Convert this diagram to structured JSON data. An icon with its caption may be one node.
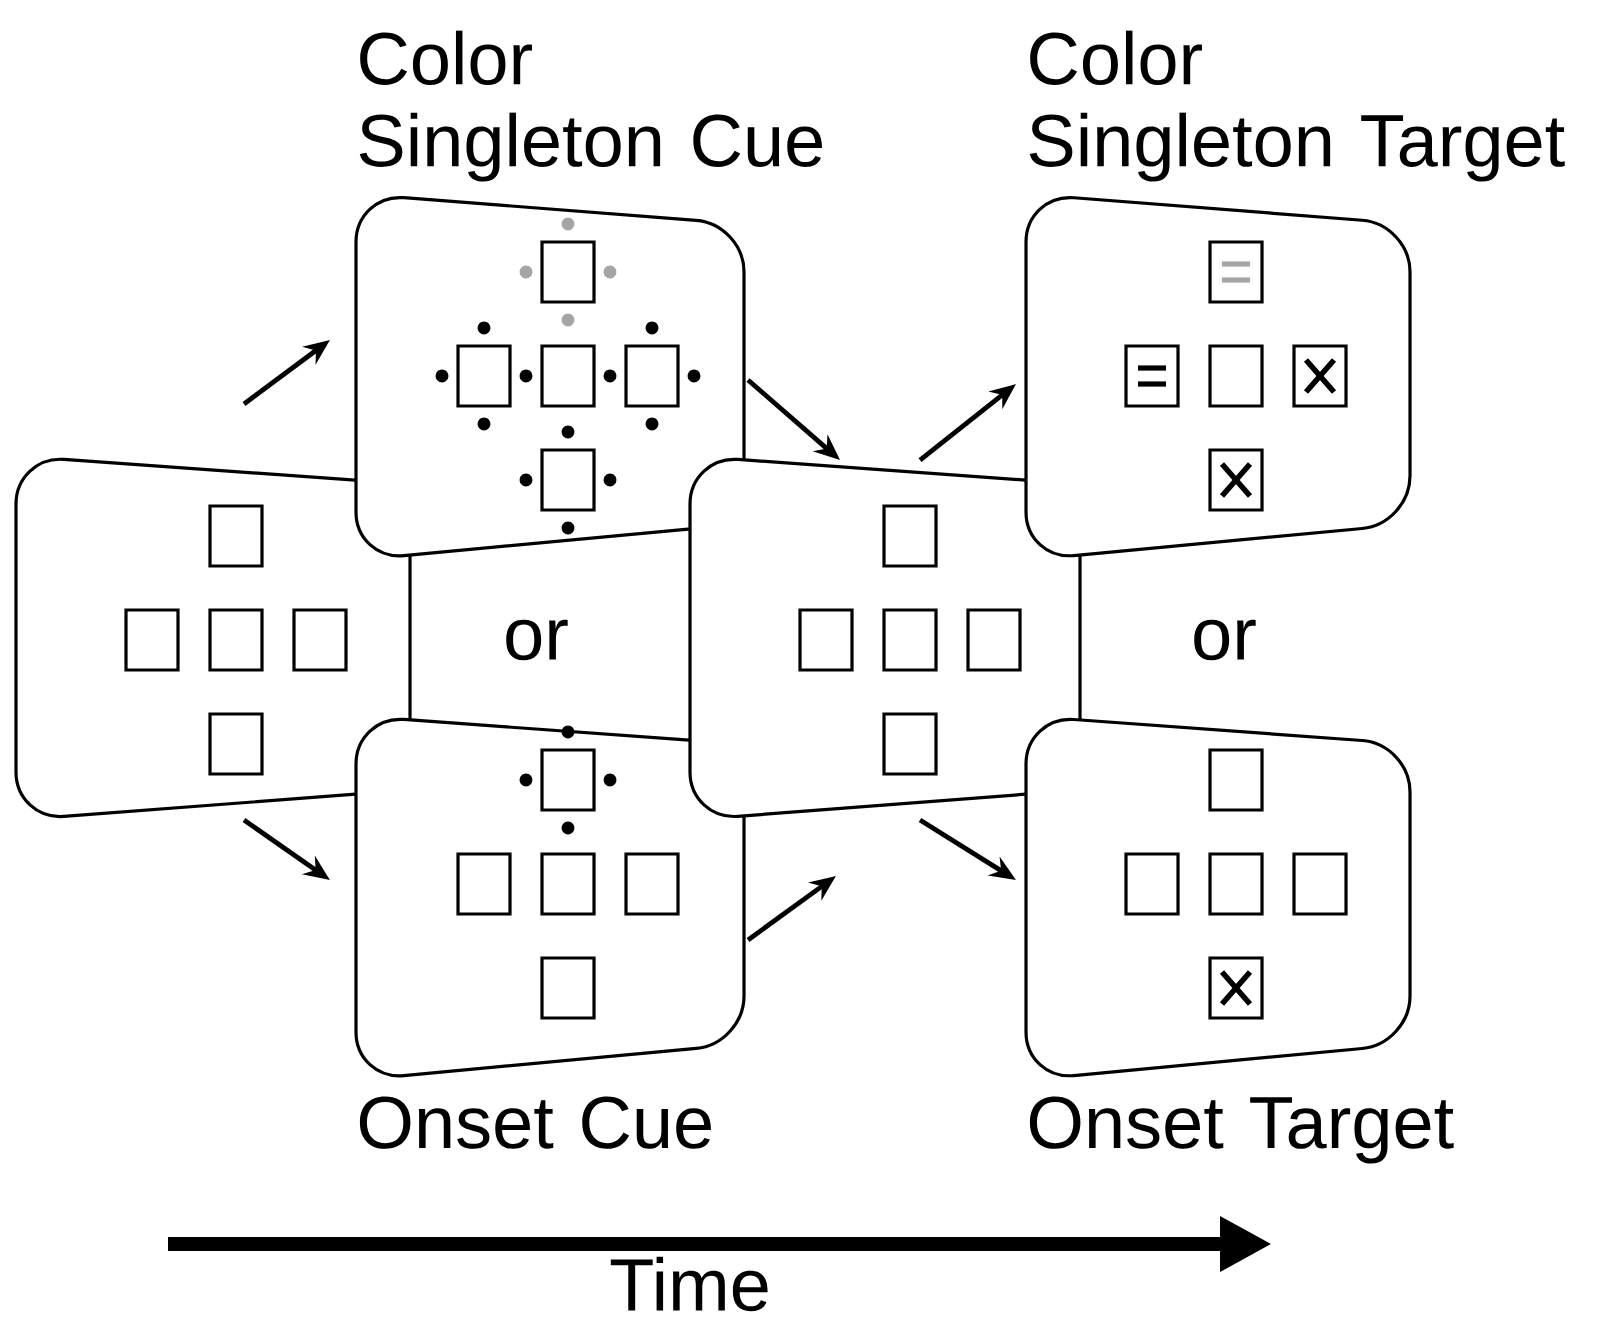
{
  "diagram": {
    "nodes": [
      {
        "text": [],
        "shape": "box"
      },
      {
        "text": [
          "Color Singleton Cue"
        ]
      },
      {
        "text": [
          "Onset Cue"
        ]
      },
      {
        "text": [],
        "shape": "box"
      },
      {
        "text": [
          "Color Singleton Target"
        ]
      },
      {
        "text": [
          "Onset Target"
        ]
      }
    ],
    "edges": [
      {
        "from": 0,
        "to": 1,
        "arrow": "to"
      },
      {
        "from": 0,
        "to": 2,
        "arrow": "to"
      },
      {
        "from": 1,
        "to": 3,
        "arrow": "to"
      },
      {
        "from": 2,
        "to": 3,
        "arrow": "to"
      },
      {
        "from": 3,
        "to": 4,
        "arrow": "to"
      },
      {
        "from": 3,
        "to": 5,
        "arrow": "to"
      }
    ],
    "labels": [
      "or",
      "or",
      "Time"
    ]
  }
}
